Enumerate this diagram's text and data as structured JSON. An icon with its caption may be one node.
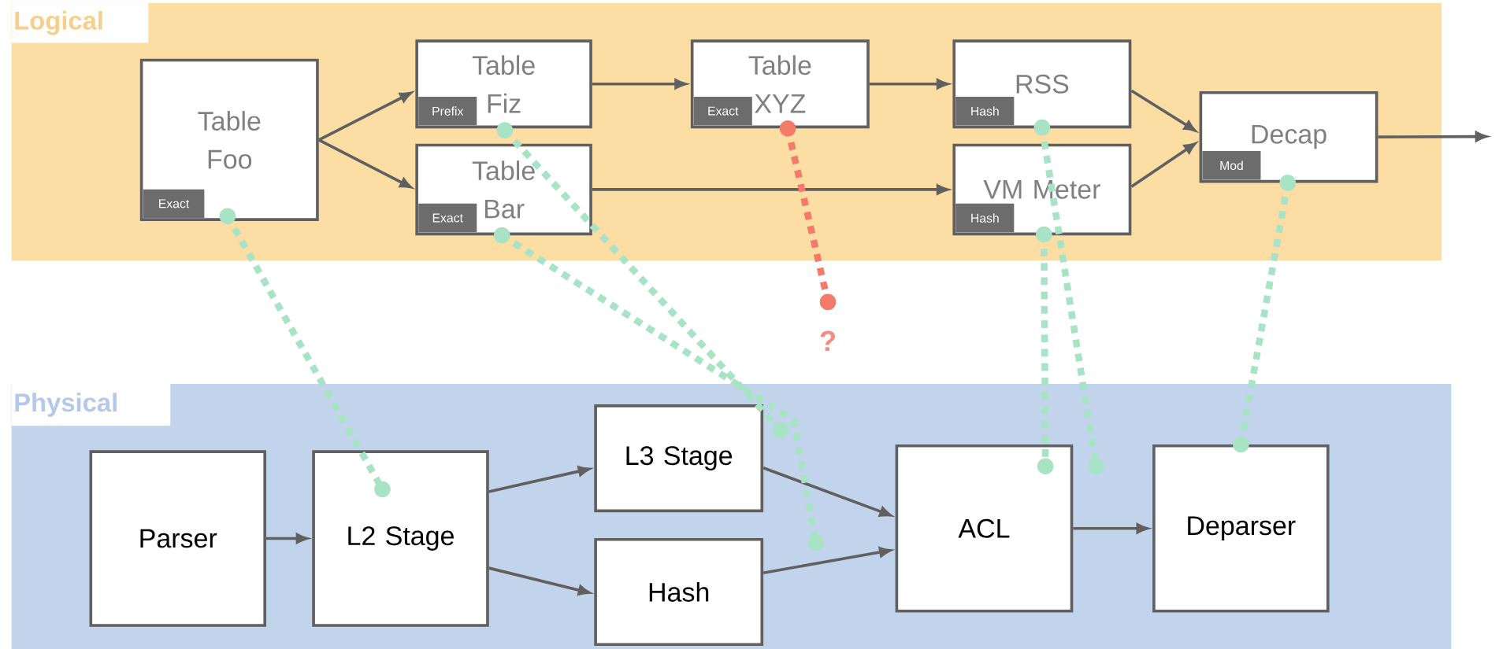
{
  "diagram": {
    "nodes": [
      {
        "text": [
          "Logical"
        ]
      },
      {
        "text": [
          "Table Foo"
        ],
        "in": 0
      },
      {
        "text": [
          "Exact"
        ],
        "in": 1
      },
      {
        "text": [
          "Table Fiz"
        ],
        "in": 0
      },
      {
        "text": [
          "Prefix"
        ],
        "in": 3
      },
      {
        "text": [
          "Table Bar"
        ],
        "in": 0
      },
      {
        "text": [
          "Exact"
        ],
        "in": 5
      },
      {
        "text": [
          "Table XYZ"
        ],
        "in": 0
      },
      {
        "text": [
          "Exact"
        ],
        "in": 7
      },
      {
        "text": [
          "RSS"
        ],
        "in": 0
      },
      {
        "text": [
          "Hash"
        ],
        "in": 9
      },
      {
        "text": [
          "VM Meter"
        ],
        "in": 0
      },
      {
        "text": [
          "Hash"
        ],
        "in": 11
      },
      {
        "text": [
          "Decap"
        ],
        "in": 0
      },
      {
        "text": [
          "Mod"
        ],
        "in": 13
      },
      {
        "text": [
          "?"
        ]
      },
      {
        "text": [
          "Physical"
        ]
      },
      {
        "text": [
          "Parser"
        ],
        "in": 16
      },
      {
        "text": [
          "L2 Stage"
        ],
        "in": 16
      },
      {
        "text": [
          "L3 Stage"
        ],
        "in": 16
      },
      {
        "text": [
          "Hash"
        ],
        "in": 16
      },
      {
        "text": [
          "ACL"
        ],
        "in": 16
      },
      {
        "text": [
          "Deparser"
        ],
        "in": 16
      }
    ],
    "edges": [
      {
        "from": 1,
        "to": 3,
        "arrow": "to"
      },
      {
        "from": 1,
        "to": 5,
        "arrow": "to"
      },
      {
        "from": 3,
        "to": 7,
        "arrow": "to"
      },
      {
        "from": 7,
        "to": 9,
        "arrow": "to"
      },
      {
        "from": 5,
        "to": 11,
        "arrow": "to"
      },
      {
        "from": 9,
        "to": 13,
        "arrow": "to"
      },
      {
        "from": 11,
        "to": 13,
        "arrow": "to"
      },
      {
        "from": 13,
        "to": null,
        "arrow": "to"
      },
      {
        "from": 17,
        "to": 18,
        "arrow": "to"
      },
      {
        "from": 18,
        "to": 19,
        "arrow": "to"
      },
      {
        "from": 18,
        "to": 20,
        "arrow": "to"
      },
      {
        "from": 19,
        "to": 21,
        "arrow": "to"
      },
      {
        "from": 20,
        "to": 21,
        "arrow": "to"
      },
      {
        "from": 21,
        "to": 22,
        "arrow": "to"
      },
      {
        "from": 1,
        "to": 18,
        "arrow": "other",
        "style": "dashed",
        "color": "#a9e3c6"
      },
      {
        "from": 3,
        "to": 19,
        "arrow": "other",
        "style": "dashed",
        "color": "#a9e3c6"
      },
      {
        "from": 5,
        "to": 20,
        "arrow": "other",
        "style": "dashed",
        "color": "#a9e3c6"
      },
      {
        "from": 7,
        "to": 15,
        "arrow": "other",
        "style": "dashed",
        "color": "#f47a6a"
      },
      {
        "from": 9,
        "to": 21,
        "arrow": "other",
        "style": "dashed",
        "color": "#a9e3c6"
      },
      {
        "from": 11,
        "to": 21,
        "arrow": "other",
        "style": "dashed",
        "color": "#a9e3c6"
      },
      {
        "from": 13,
        "to": 22,
        "arrow": "other",
        "style": "dashed",
        "color": "#a9e3c6"
      }
    ]
  }
}
